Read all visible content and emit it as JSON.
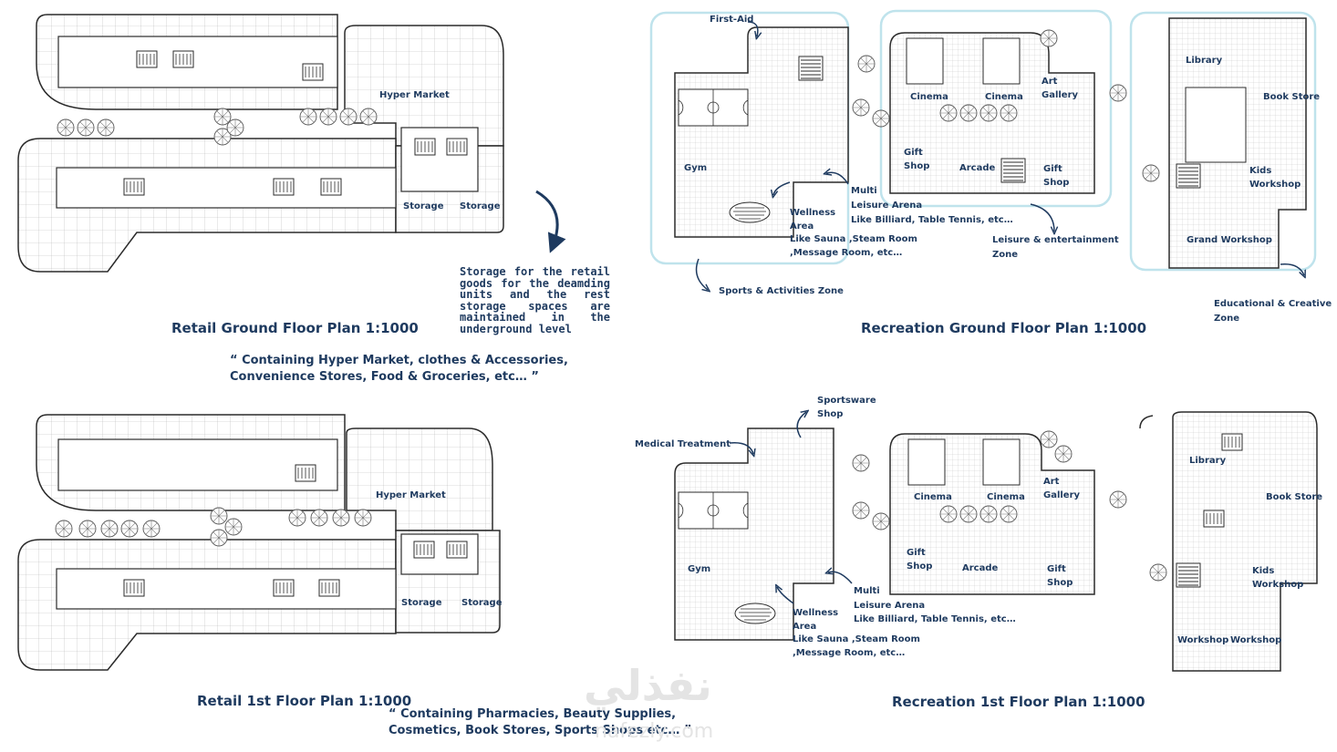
{
  "titles": {
    "retail_ground": "Retail Ground Floor Plan 1:1000",
    "retail_first": "Retail 1st Floor Plan 1:1000",
    "recreation_ground": "Recreation Ground Floor Plan 1:1000",
    "recreation_first": "Recreation 1st Floor Plan 1:1000"
  },
  "captions": {
    "retail_ground_line1": "“ Containing Hyper Market, clothes & Accessories,",
    "retail_ground_line2": "Convenience Stores, Food & Groceries, etc… ”",
    "retail_first_line1": "“ Containing Pharmacies, Beauty Supplies,",
    "retail_first_line2": "Cosmetics, Book Stores, Sports Shops etc… ”"
  },
  "storage_note": "Storage for the retail goods for the deamding units and the rest storage spaces are maintained in the underground level",
  "retail_ground_labels": {
    "hyper_market": "Hyper Market",
    "storage_a": "Storage",
    "storage_b": "Storage"
  },
  "retail_first_labels": {
    "hyper_market": "Hyper Market",
    "storage_a": "Storage",
    "storage_b": "Storage"
  },
  "recreation_ground_labels": {
    "first_aid": "First-Aid",
    "gym": "Gym",
    "wellness_1": "Wellness",
    "wellness_2": "Area",
    "wellness_3": "Like Sauna ,Steam Room",
    "wellness_4": ",Message Room, etc…",
    "multi_1": "Multi",
    "multi_2": "Leisure Arena",
    "multi_3": "Like Billiard, Table Tennis, etc…",
    "cinema_a": "Cinema",
    "cinema_b": "Cinema",
    "art_gallery_1": "Art",
    "art_gallery_2": "Gallery",
    "gift_shop_a_1": "Gift",
    "gift_shop_a_2": "Shop",
    "arcade": "Arcade",
    "gift_shop_b_1": "Gift",
    "gift_shop_b_2": "Shop",
    "library": "Library",
    "book_store": "Book Store",
    "kids_workshop_1": "Kids",
    "kids_workshop_2": "Workshop",
    "grand_workshop": "Grand Workshop",
    "zone_sports": "Sports & Activities Zone",
    "zone_leisure_1": "Leisure & entertainment",
    "zone_leisure_2": "Zone",
    "zone_edu_1": "Educational & Creative",
    "zone_edu_2": "Zone"
  },
  "recreation_first_labels": {
    "sportsware_1": "Sportsware",
    "sportsware_2": "Shop",
    "medical": "Medical Treatment",
    "gym": "Gym",
    "wellness_1": "Wellness",
    "wellness_2": "Area",
    "wellness_3": "Like Sauna ,Steam Room",
    "wellness_4": ",Message Room, etc…",
    "multi_1": "Multi",
    "multi_2": "Leisure Arena",
    "multi_3": "Like Billiard, Table Tennis, etc…",
    "cinema_a": "Cinema",
    "cinema_b": "Cinema",
    "art_gallery_1": "Art",
    "art_gallery_2": "Gallery",
    "gift_shop_a_1": "Gift",
    "gift_shop_a_2": "Shop",
    "arcade": "Arcade",
    "gift_shop_b_1": "Gift",
    "gift_shop_b_2": "Shop",
    "library": "Library",
    "book_store": "Book Store",
    "kids_workshop_1": "Kids",
    "kids_workshop_2": "Workshop",
    "workshop_a": "Workshop",
    "workshop_b": "Workshop"
  },
  "watermark": {
    "arabic": "نفذلي",
    "latin": "nafezly.com"
  },
  "colors": {
    "ink": "#1e3a5f",
    "wall": "#2b2b2b",
    "zone_outline": "#bfe3ec",
    "tree": "#555555"
  }
}
